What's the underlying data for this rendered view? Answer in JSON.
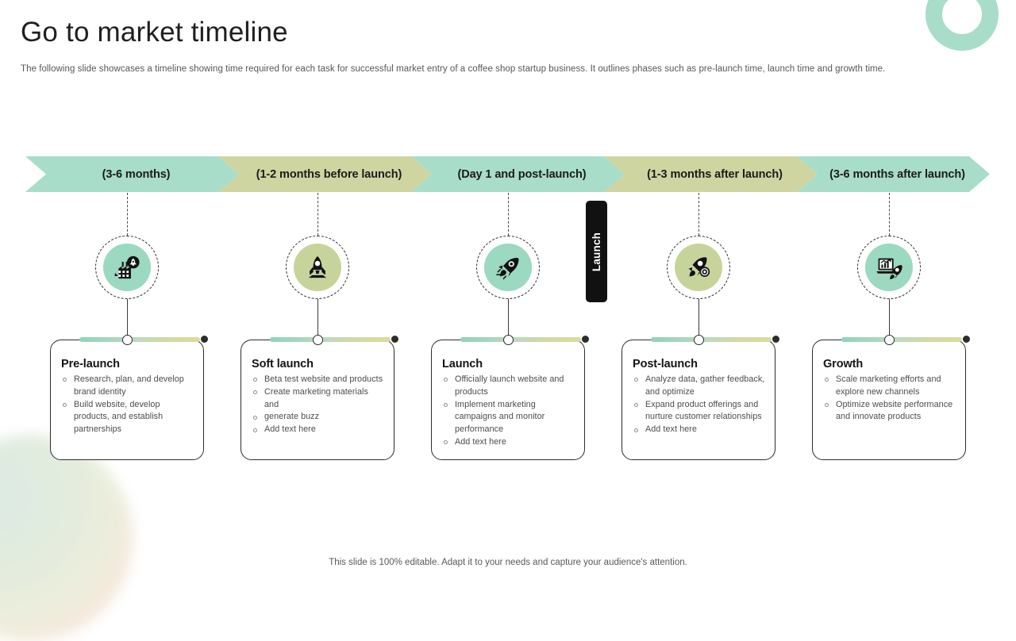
{
  "header": {
    "title": "Go to market timeline",
    "subtitle": "The following slide showcases a timeline showing time required for each task for successful market entry of a coffee shop startup business. It outlines phases such as pre-launch time, launch time and growth time."
  },
  "launch_marker": {
    "label": "Launch"
  },
  "footer": {
    "note": "This slide is 100% editable. Adapt it to your needs and capture your audience's attention."
  },
  "colors": {
    "teal": "#a8ddc9",
    "olive": "#cfd5a0",
    "puck_teal": "#9bd9c0",
    "puck_olive": "#c6d49b",
    "ink": "#1b1b1b",
    "body_text": "#4a4c4e",
    "marker_black": "#111111"
  },
  "phases": [
    {
      "label": "(3-6 months)",
      "tone": "teal"
    },
    {
      "label": "(1-2 months before launch)",
      "tone": "olive"
    },
    {
      "label": "(Day 1 and post-launch)",
      "tone": "teal"
    },
    {
      "label": "(1-3 months after launch)",
      "tone": "olive"
    },
    {
      "label": "(3-6 months after launch)",
      "tone": "teal"
    }
  ],
  "milestones": [
    {
      "icon": "factory-rocket-icon",
      "icon_tone": "teal",
      "title": "Pre-launch",
      "bullets": [
        "Research, plan, and develop brand identity",
        "Build website, develop products, and establish partnerships"
      ]
    },
    {
      "icon": "rocket-upright-icon",
      "icon_tone": "olive",
      "title": "Soft launch",
      "bullets": [
        "Beta test website and products",
        "Create marketing materials and",
        "generate buzz",
        "Add text here"
      ]
    },
    {
      "icon": "rocket-launch-icon",
      "icon_tone": "teal",
      "title": "Launch",
      "bullets": [
        "Officially launch website and products",
        "Implement marketing campaigns and monitor performance",
        "Add text here"
      ]
    },
    {
      "icon": "rocket-target-icon",
      "icon_tone": "olive",
      "title": "Post-launch",
      "bullets": [
        "Analyze data, gather feedback, and optimize",
        "Expand product offerings and nurture customer relationships",
        "Add text here"
      ]
    },
    {
      "icon": "laptop-growth-rocket-icon",
      "icon_tone": "teal",
      "title": "Growth",
      "bullets": [
        "Scale marketing efforts and explore new channels",
        "Optimize website performance and innovate products"
      ]
    }
  ]
}
